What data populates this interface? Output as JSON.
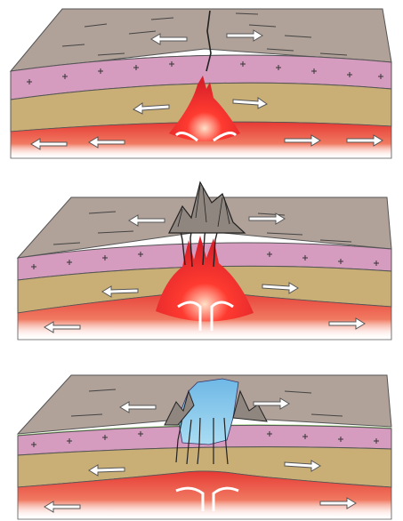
{
  "figure": {
    "panels": [
      {
        "stage": "initial-uplift",
        "layers": [
          "upper-crust",
          "granitic-layer",
          "sediment-layer",
          "mantle"
        ],
        "features": [
          "tension-cracks",
          "magma-intrusion"
        ],
        "arrows": "divergent"
      },
      {
        "stage": "volcanic-rifting",
        "layers": [
          "upper-crust",
          "granitic-layer",
          "sediment-layer",
          "mantle"
        ],
        "features": [
          "volcanic-peaks",
          "magma-chamber",
          "dikes"
        ],
        "arrows": "divergent"
      },
      {
        "stage": "rift-valley-with-water",
        "layers": [
          "upper-crust",
          "granitic-layer",
          "sediment-layer",
          "mantle"
        ],
        "features": [
          "rift-valley",
          "water",
          "faults"
        ],
        "arrows": "divergent"
      }
    ],
    "colors": {
      "crust": "#b0a199",
      "granite": "#d69cbf",
      "sediment": "#c9ae76",
      "mantle": "#e8383a",
      "water": "#7fc7e8",
      "arrow": "#ffffff"
    }
  }
}
